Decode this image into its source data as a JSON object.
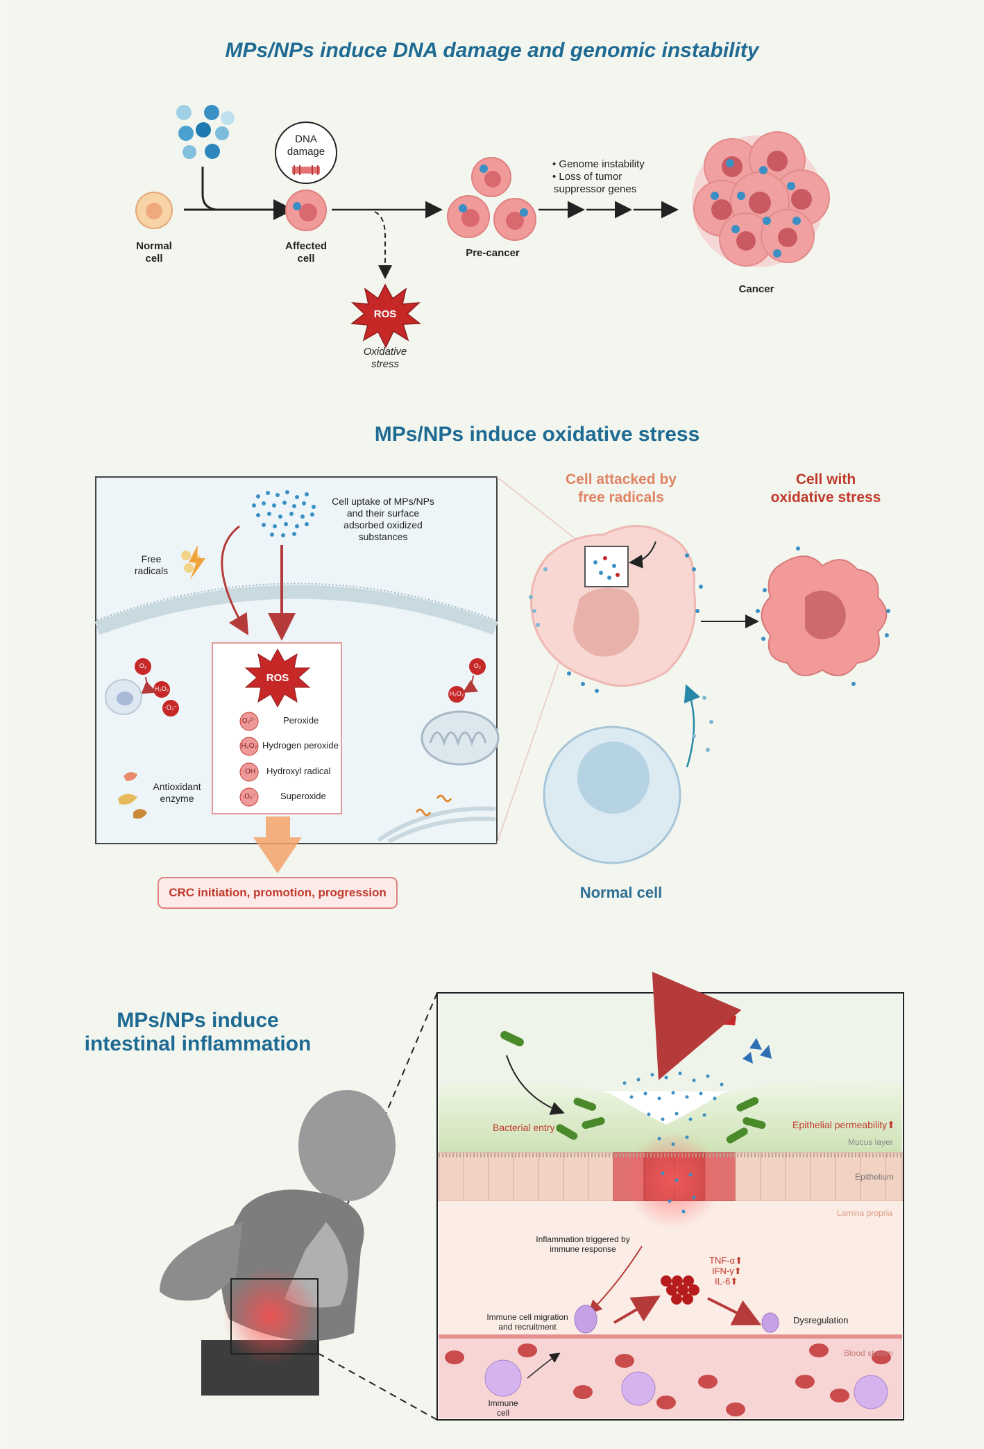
{
  "section1": {
    "title": "MPs/NPs induce DNA damage and genomic instability",
    "normal_cell_l1": "Normal",
    "normal_cell_l2": "cell",
    "affected_l1": "Affected",
    "affected_l2": "cell",
    "dna_l1": "DNA",
    "dna_l2": "damage",
    "precancer": "Pre-cancer",
    "bullet1": "• Genome instability",
    "bullet2": "• Loss of tumor",
    "bullet3": "suppressor genes",
    "cancer": "Cancer",
    "ros": "ROS",
    "oxid_l1": "Oxidative",
    "oxid_l2": "stress"
  },
  "section2": {
    "title": "MPs/NPs induce oxidative stress",
    "uptake_l1": "Cell uptake of MPs/NPs",
    "uptake_l2": "and their surface",
    "uptake_l3": "adsorbed oxidized",
    "uptake_l4": "substances",
    "free_l1": "Free",
    "free_l2": "radicals",
    "ros": "ROS",
    "ros_items": [
      {
        "symbol": "O₂²⁻",
        "label": "Peroxide"
      },
      {
        "symbol": "H₂O₂",
        "label": "Hydrogen peroxide"
      },
      {
        "symbol": "·OH",
        "label": "Hydroxyl radical"
      },
      {
        "symbol": "·O₂⁻",
        "label": "Superoxide"
      }
    ],
    "antiox_l1": "Antioxidant",
    "antiox_l2": "enzyme",
    "o2": "O₂",
    "h2o2": "H₂O₂",
    "o2minus": "·O₂⁻",
    "crc": "CRC initiation, promotion, progression",
    "attacked_l1": "Cell attacked by",
    "attacked_l2": "free radicals",
    "oxcell_l1": "Cell with",
    "oxcell_l2": "oxidative stress",
    "normal_cell": "Normal cell"
  },
  "section3": {
    "title_l1": "MPs/NPs induce",
    "title_l2": "intestinal inflammation",
    "bacterial_entry": "Bacterial entry",
    "epithelial_perm": "Epithelial permeability⬆",
    "mucus": "Mucus layer",
    "epithelium": "Epithelium",
    "lamina": "Lamina propria",
    "inflam_l1": "Inflammation triggered by",
    "inflam_l2": "immune response",
    "tnf": "TNF-α⬆",
    "ifn": "IFN-γ⬆",
    "il6": "IL-6⬆",
    "migration_l1": "Immune cell migration",
    "migration_l2": "and recruitment",
    "dysregulation": "Dysregulation",
    "blood": "Blood stream",
    "immune_l1": "Immune",
    "immune_l2": "cell"
  },
  "colors": {
    "title_blue": "#1e6a93",
    "cell_pink": "#f0a5a5",
    "ros_red": "#c62828",
    "np_blue": "#3a8fc4"
  }
}
